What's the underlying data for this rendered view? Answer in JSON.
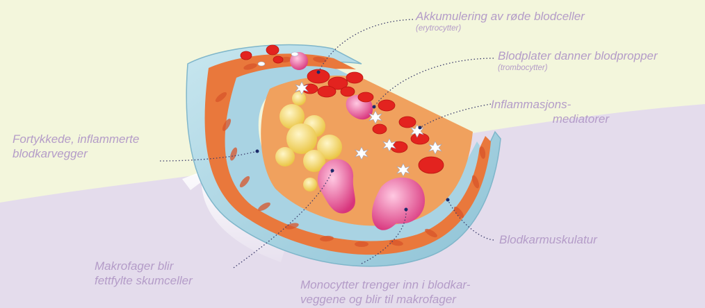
{
  "labels": {
    "red_cells": {
      "line1": "Akkumulering av røde blodceller",
      "sub": "(erytrocytter)"
    },
    "platelets": {
      "line1": "Blodplater danner blodpropper",
      "sub": "(trombocytter)"
    },
    "inflammation": {
      "line1": "Inflammasjons-",
      "line2": "mediatorer"
    },
    "thickened_walls": {
      "line1": "Fortykkede, inflammerte",
      "line2": "blodkarvegger"
    },
    "muscle": {
      "line1": "Blodkarmuskulatur"
    },
    "macrophages": {
      "line1": "Makrofager blir",
      "line2": "fettfylte skumceller"
    },
    "monocytes": {
      "line1": "Monocytter trenger inn i blodkar-",
      "line2": "veggene og blir til makrofager"
    }
  },
  "colors": {
    "background_top": "#f3f6dc",
    "background_bottom": "#e4dcec",
    "label_text": "#b49cc8",
    "leader_line": "#3a3a6a",
    "vessel_muscle": "#e9783c",
    "vessel_wall": "#a9d3e3",
    "red_blood_cell": "#e3231f",
    "macrophage": "#e85a9a",
    "foam_cell": "#f2d86a"
  }
}
